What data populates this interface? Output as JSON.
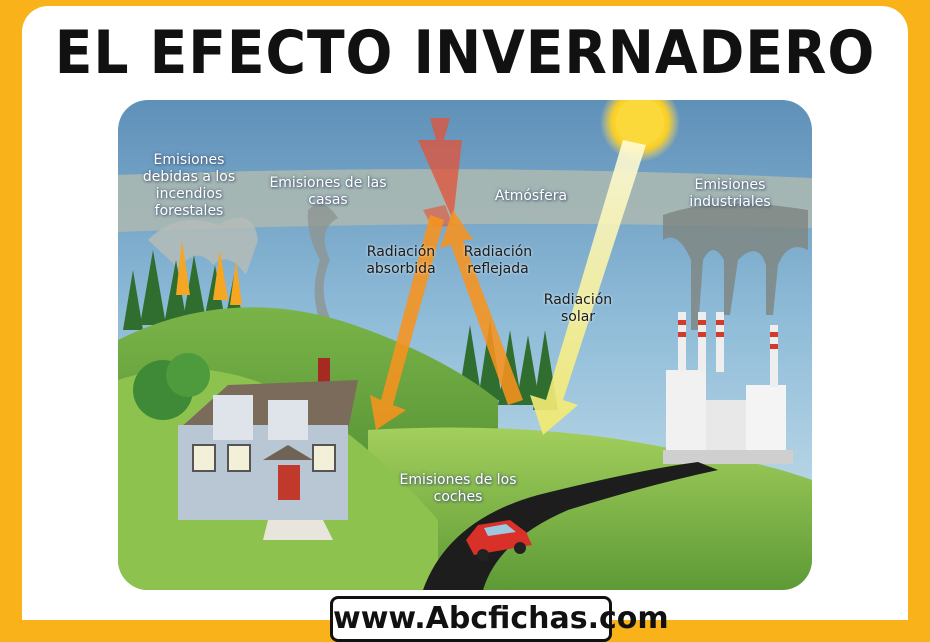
{
  "title": "EL EFECTO INVERNADERO",
  "labels": {
    "forest_fires": "Emisiones debidas a los incendios forestales",
    "houses": "Emisiones de las casas",
    "atmosphere": "Atmósfera",
    "industrial": "Emisiones industriales",
    "absorbed": "Radiación absorbida",
    "reflected": "Radiación reflejada",
    "solar": "Radiación solar",
    "cars": "Emisiones de los coches"
  },
  "footer": {
    "url": "www.Abcfichas.com"
  },
  "colors": {
    "background": "#f9b21a",
    "sky": "#7fb3d6",
    "atmosphere_band": "#a9b9b6",
    "hills": "#5f9a3a",
    "road": "#1d1d1d",
    "sun": "#fbd93b",
    "arrow_orange": "#f7931e",
    "arrow_red": "#e2543a"
  }
}
